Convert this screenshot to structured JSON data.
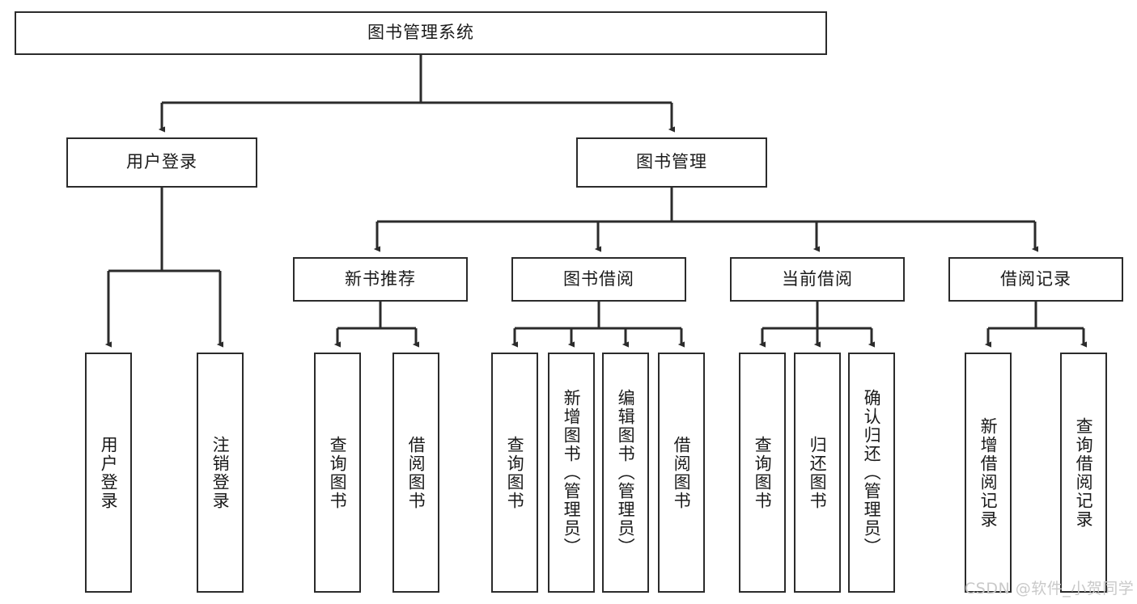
{
  "diagram": {
    "title": "图书管理系统",
    "type": "tree-hierarchy",
    "watermark": "CSDN @软件_小贺同学",
    "colors": {
      "stroke": "#2b2b2b",
      "background": "#ffffff",
      "text": "#1a1a1a",
      "watermark": "#c9c9c9"
    },
    "nodes": {
      "root": {
        "label": "图书管理系统"
      },
      "level2": [
        {
          "id": "user-login",
          "label": "用户登录"
        },
        {
          "id": "book-manage",
          "label": "图书管理"
        }
      ],
      "level3": [
        {
          "id": "new-book-recommend",
          "label": "新书推荐"
        },
        {
          "id": "book-borrow",
          "label": "图书借阅"
        },
        {
          "id": "current-borrow",
          "label": "当前借阅"
        },
        {
          "id": "borrow-record",
          "label": "借阅记录"
        }
      ],
      "leaves": {
        "user-login": [
          {
            "id": "leaf-user-login",
            "label": "用户登录"
          },
          {
            "id": "leaf-logout-login",
            "label": "注销登录"
          }
        ],
        "new-book-recommend": [
          {
            "id": "leaf-query-book-1",
            "label": "查询图书"
          },
          {
            "id": "leaf-borrow-book-1",
            "label": "借阅图书"
          }
        ],
        "book-borrow": [
          {
            "id": "leaf-query-book-2",
            "label": "查询图书"
          },
          {
            "id": "leaf-add-book",
            "label": "新增图书（管理员）"
          },
          {
            "id": "leaf-edit-book",
            "label": "编辑图书（管理员）"
          },
          {
            "id": "leaf-borrow-book-2",
            "label": "借阅图书"
          }
        ],
        "current-borrow": [
          {
            "id": "leaf-query-book-3",
            "label": "查询图书"
          },
          {
            "id": "leaf-return-book",
            "label": "归还图书"
          },
          {
            "id": "leaf-confirm-return",
            "label": "确认归还（管理员）"
          }
        ],
        "borrow-record": [
          {
            "id": "leaf-add-record",
            "label": "新增借阅记录"
          },
          {
            "id": "leaf-query-record",
            "label": "查询借阅记录"
          }
        ]
      }
    }
  }
}
